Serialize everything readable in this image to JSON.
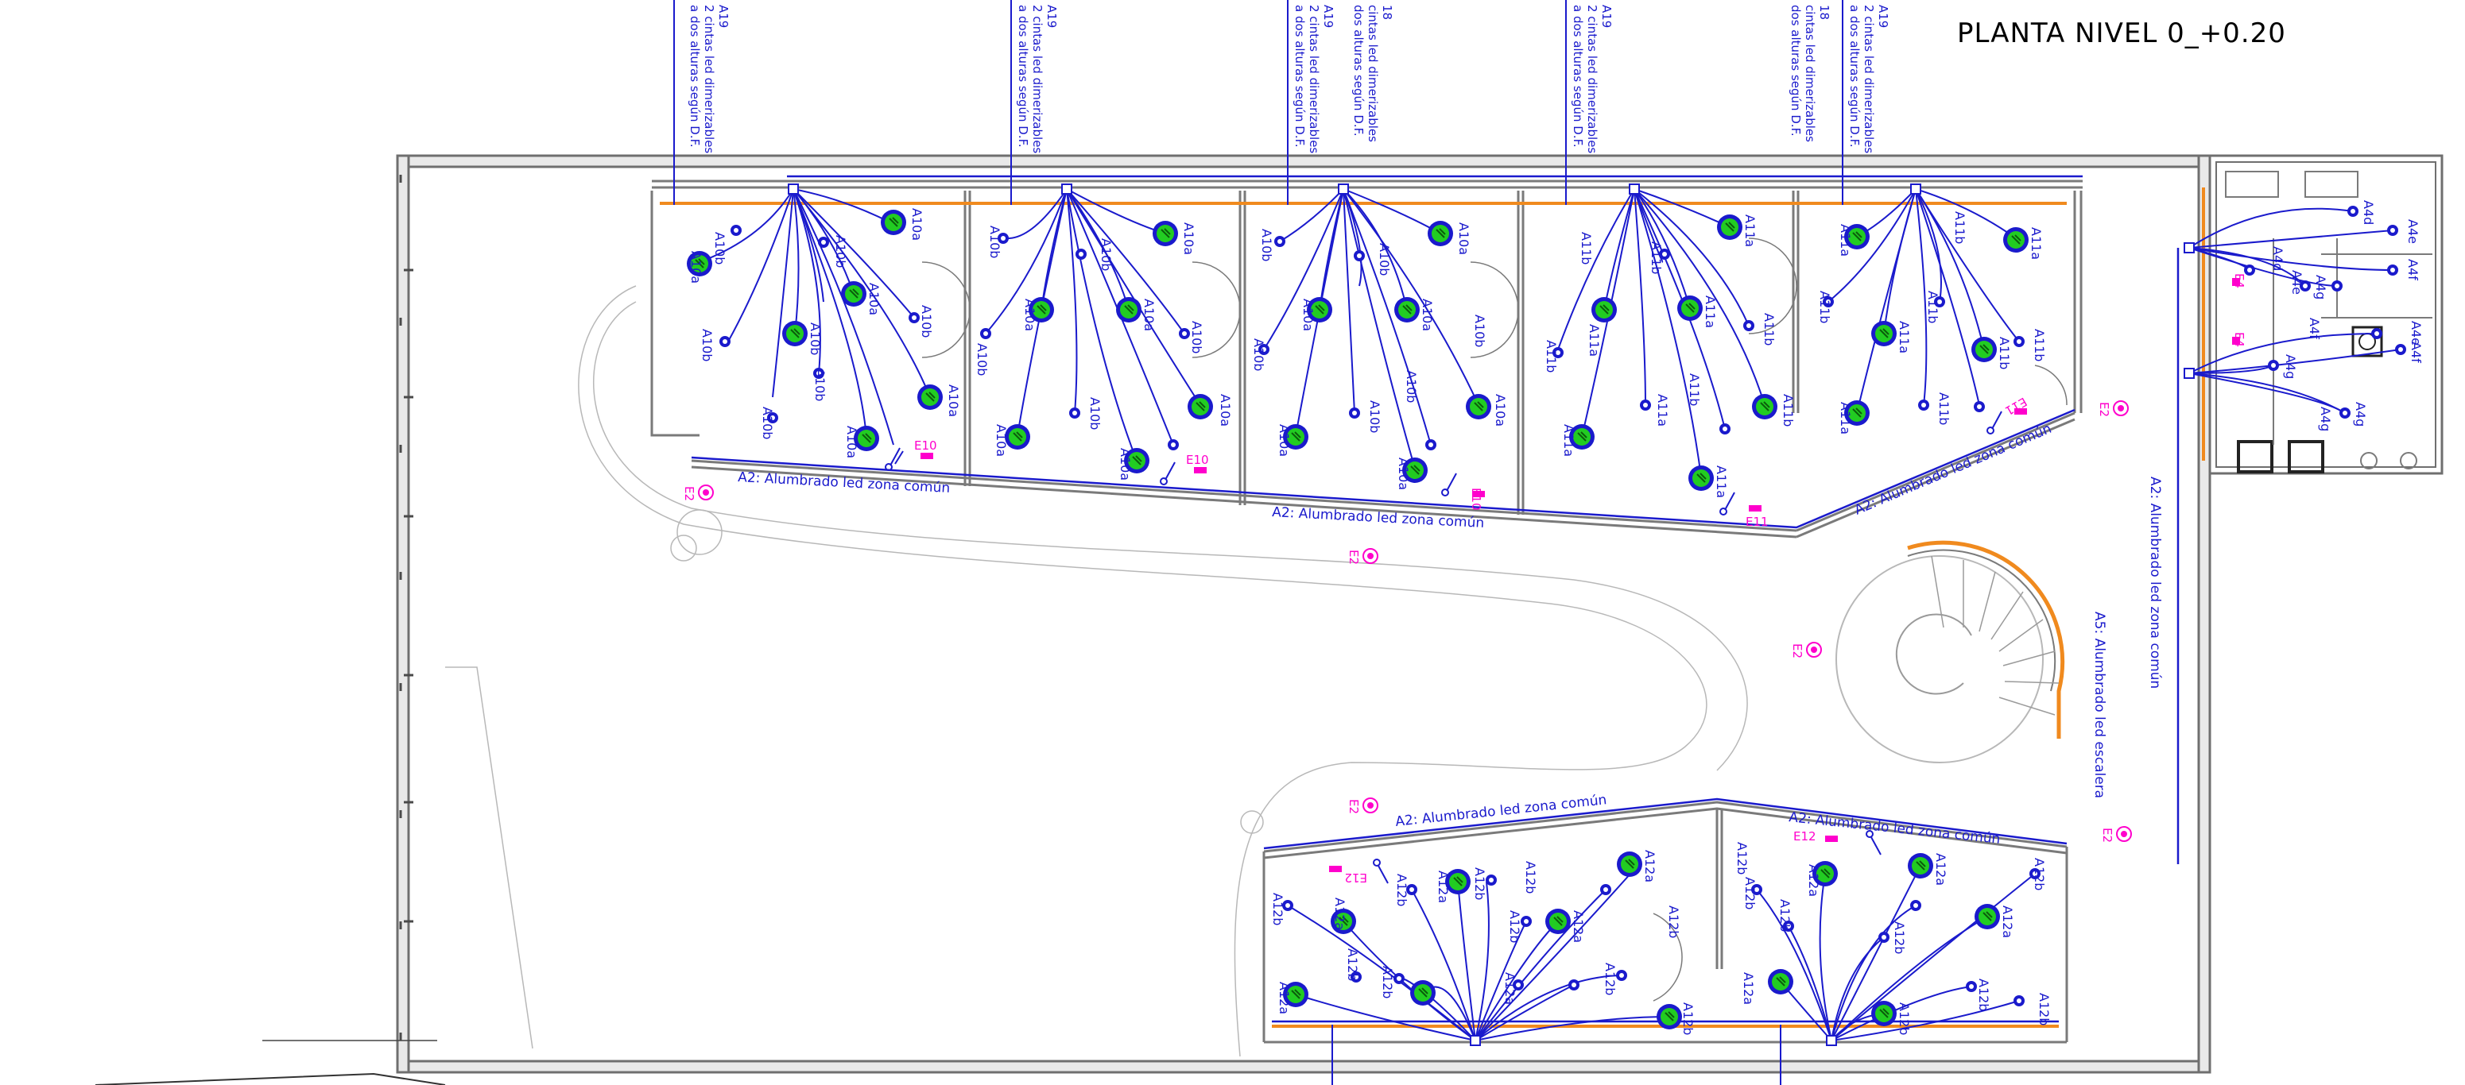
{
  "title": "PLANTA NIVEL 0_+0.20",
  "colors": {
    "wall": "#6f6f6f",
    "circuit": "#1a1acc",
    "led_strip": "#f08a1e",
    "fixture_fill": "#22cc22",
    "emergency": "#ff00cc",
    "outline": "#9a9a9a"
  },
  "led_notes": [
    {
      "code": "A19",
      "text1": "2 cintas led dimerizables",
      "text2": "a dos alturas según D.F."
    },
    {
      "code": "A19",
      "text1": "2 cintas led dimerizables",
      "text2": "a dos alturas según D.F."
    },
    {
      "code": "A19",
      "text1": "2 cintas led dimerizables",
      "text2": "a dos alturas según D.F."
    },
    {
      "code": "18",
      "text1": "cintas led dimerizables",
      "text2": "dos alturas según D.F."
    },
    {
      "code": "A19",
      "text1": "2 cintas led dimerizables",
      "text2": "a dos alturas según D.F."
    },
    {
      "code": "18",
      "text1": "cintas led dimerizables",
      "text2": "dos alturas según D.F."
    },
    {
      "code": "A19",
      "text1": "2 cintas led dimerizables",
      "text2": "a dos alturas según D.F."
    }
  ],
  "circuit_labels": {
    "a2_left": "A2: Alumbrado led zona común",
    "a2_center": "A2: Alumbrado led zona común",
    "a2_diag": "A2: Alumbrado led zona común",
    "a2_vertical": "A2: Alumbrado led zona común",
    "a5_stairs": "A5: Alumbrado led escalera",
    "a2_bottom_left": "A2: Alumbrado led zona común",
    "a2_bottom_right": "A2: Alumbrado led zona común"
  },
  "fixture_labels": {
    "A10a": "A10a",
    "A10b": "A10b",
    "A11a": "A11a",
    "A11b": "A11b",
    "A12a": "A12a",
    "A12b": "A12b",
    "A4d": "A4d",
    "A4e": "A4e",
    "A4f": "A4f",
    "A4g": "A4g"
  },
  "emergency_labels": {
    "E2": "E2",
    "E4": "E4",
    "E10": "E10",
    "E11": "E11",
    "E12": "E12"
  }
}
